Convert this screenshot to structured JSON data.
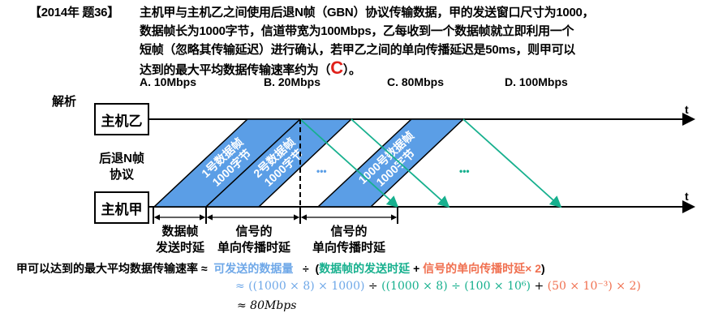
{
  "question": {
    "tag": "【2014年 题36】",
    "lines": [
      "主机甲与主机乙之间使用后退N帧（GBN）协议传输数据，甲的发送窗口尺寸为1000，",
      "数据帧长为1000字节，信道带宽为100Mbps，乙每收到一个数据帧就立即利用一个",
      "短帧（忽略其传输延迟）进行确认，若甲乙之间的单向传播延迟是50ms，则甲可以",
      "达到的最大平均数据传输速率约为（"
    ],
    "answer": "C",
    "end": "）。",
    "options": [
      "A. 10Mbps",
      "B. 20Mbps",
      "C. 80Mbps",
      "D. 100Mbps"
    ]
  },
  "analysis_label": "解析",
  "diagram": {
    "host_b": "主机乙",
    "host_a": "主机甲",
    "protocol": [
      "后退N帧",
      "协议"
    ],
    "time_axis": "t",
    "frames": [
      {
        "l1": "1号数据帧",
        "l2": "1000字节"
      },
      {
        "l1": "2号数据帧",
        "l2": "1000字节"
      },
      {
        "l1": "1000号数据帧",
        "l2": "1000字节"
      }
    ],
    "ellipsis": "•••",
    "spans": [
      {
        "l1": "数据帧",
        "l2": "发送时延"
      },
      {
        "l1": "信号的",
        "l2": "单向传播时延"
      },
      {
        "l1": "信号的",
        "l2": "单向传播时延"
      }
    ],
    "colors": {
      "frame": "#5b9ee6",
      "ack": "#17b08e"
    }
  },
  "formula": {
    "lhs": "甲可以达到的最大平均数据传输速率 ≈",
    "amount": "可发送的数据量",
    "div": "÷",
    "open": "(",
    "send_delay": "数据帧的发送时延",
    "plus": "+",
    "prop_delay": "信号的单向传播时延",
    "times2": "× 2",
    "close": ")",
    "line2_a": "≈ ((1000 × 8) × 1000)",
    "line2_div": "÷",
    "line2_b": "((1000 × 8) ÷ (100 × 10⁶)",
    "line2_plus": "+",
    "line2_c": "(50 × 10⁻³) × 2)",
    "result": "≈ 80Mbps"
  }
}
